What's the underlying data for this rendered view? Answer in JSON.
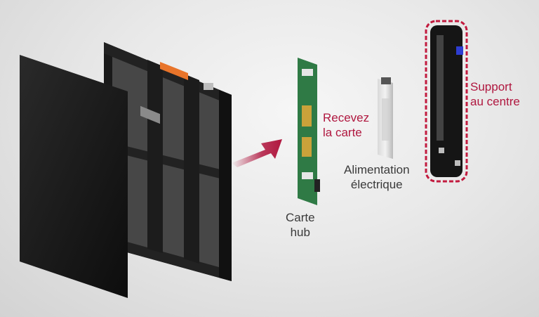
{
  "labels": {
    "receiver_card": [
      "Recevez",
      "la carte"
    ],
    "power_supply": [
      "Alimentation",
      "électrique"
    ],
    "hub_card": [
      "Carte",
      "hub"
    ],
    "center_support": [
      "Support",
      "au centre"
    ]
  },
  "colors": {
    "accent": "#b0173f",
    "label_text": "#3a3a3a",
    "pcb_green": "#2f7a45",
    "panel_black": "#141414",
    "handle_orange": "#e8742a"
  },
  "icons": {
    "arrow": "exploded-view-arrow-icon"
  }
}
